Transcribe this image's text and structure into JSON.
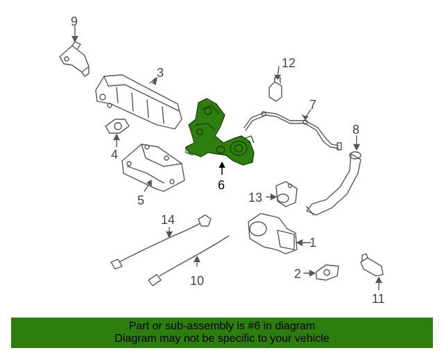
{
  "diagram": {
    "highlight_color": "#2e7d0f",
    "line_color": "#555555",
    "callouts": [
      {
        "id": "9",
        "label": "9"
      },
      {
        "id": "3",
        "label": "3"
      },
      {
        "id": "12",
        "label": "12"
      },
      {
        "id": "7",
        "label": "7"
      },
      {
        "id": "8",
        "label": "8"
      },
      {
        "id": "4",
        "label": "4"
      },
      {
        "id": "6",
        "label": "6"
      },
      {
        "id": "13",
        "label": "13"
      },
      {
        "id": "5",
        "label": "5"
      },
      {
        "id": "14",
        "label": "14"
      },
      {
        "id": "1",
        "label": "1"
      },
      {
        "id": "2",
        "label": "2"
      },
      {
        "id": "10",
        "label": "10"
      },
      {
        "id": "11",
        "label": "11"
      }
    ]
  },
  "banner": {
    "line1": "Part or sub-assembly is #6 in diagram",
    "line2": "Diagram may not be specific to your vehicle",
    "color": "#2e7d0f"
  }
}
